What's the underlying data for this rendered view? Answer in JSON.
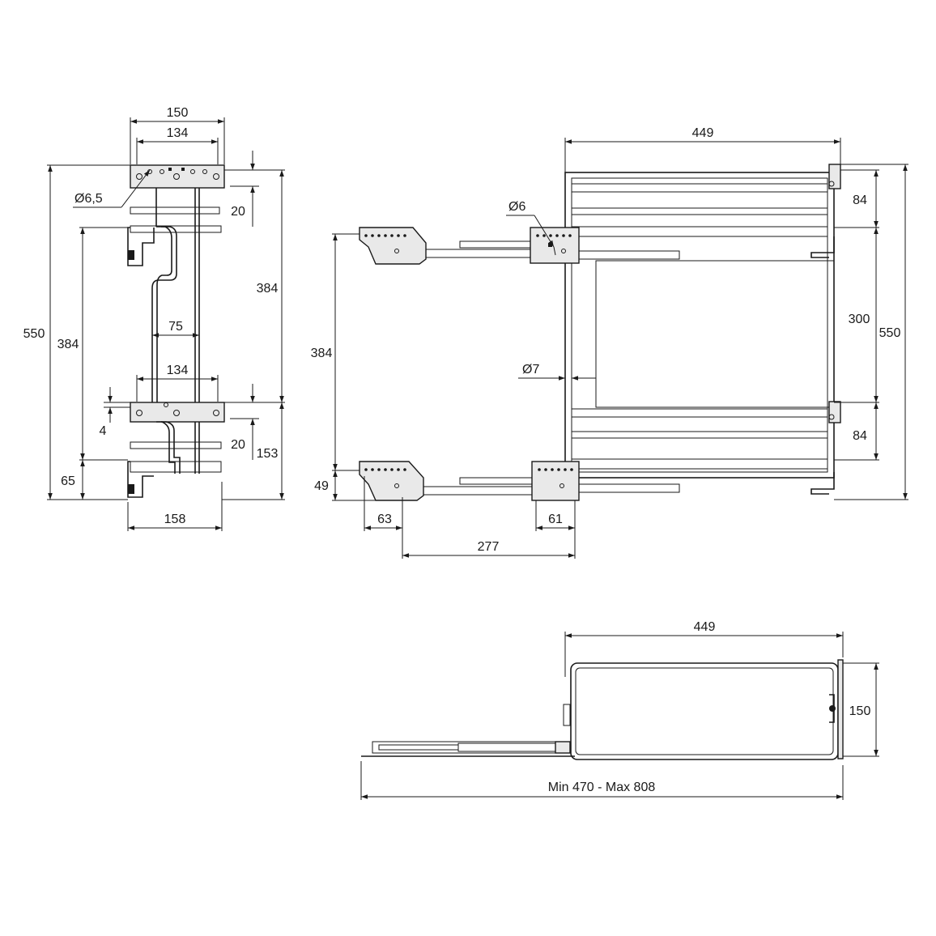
{
  "front_view": {
    "width_outer": "150",
    "width_inner_top": "134",
    "hole_diameter": "Ø6,5",
    "gap_top": "20",
    "height_total": "550",
    "height_left_pitch": "384",
    "height_right_pitch": "384",
    "center_width": "75",
    "width_inner_bottom": "134",
    "offset_small": "4",
    "gap_bottom": "20",
    "height_lower": "153",
    "height_base": "65",
    "width_base": "158"
  },
  "side_view": {
    "depth_top": "449",
    "hole_top": "Ø6",
    "height_upper": "84",
    "height_mid": "300",
    "height_total": "550",
    "height_pitch": "384",
    "hole_mid": "Ø7",
    "height_lower": "84",
    "height_base": "49",
    "bracket_left": "63",
    "bracket_right": "61",
    "bracket_span": "277"
  },
  "top_view": {
    "depth": "449",
    "width": "150",
    "extension": "Min 470 - Max 808"
  }
}
